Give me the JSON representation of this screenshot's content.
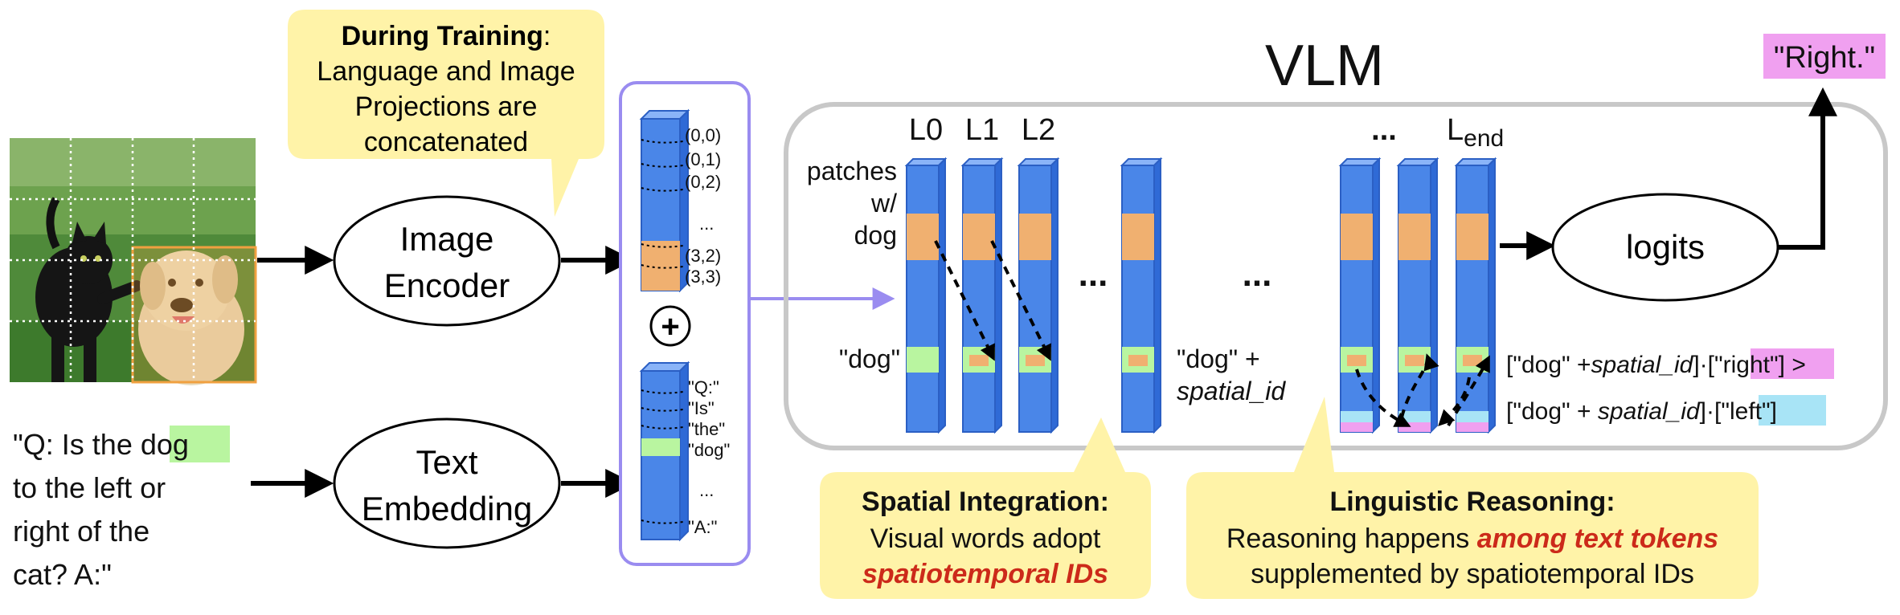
{
  "question": {
    "line1_pre": "\"Q: Is the ",
    "line1_highlight": "dog",
    "line2": "to the left or",
    "line3": "right of the",
    "line4": "cat? A:\""
  },
  "image_encoder": {
    "line1": "Image",
    "line2": "Encoder"
  },
  "text_embedding": {
    "line1": "Text",
    "line2": "Embedding"
  },
  "training_callout": {
    "title": "During Training",
    "title_suffix": ":",
    "line1": "Language and Image",
    "line2": "Projections are",
    "line3": "concatenated"
  },
  "patch_labels": [
    "(0,0)",
    "(0,1)",
    "(0,2)",
    "...",
    "(3,2)",
    "(3,3)"
  ],
  "text_token_labels": [
    "\"Q:\"",
    "\"Is\"",
    "\"the\"",
    "\"dog\"",
    "...",
    "\"A:\""
  ],
  "plus_sign": "+",
  "vlm": {
    "title": "VLM",
    "layers": [
      "L0",
      "L1",
      "L2"
    ],
    "layer_end_base": "L",
    "layer_end_sub": "end",
    "top_ellipsis": "...",
    "mid_ellipsis_1": "...",
    "mid_ellipsis_2": "...",
    "patches_label": [
      "patches",
      "w/",
      "dog"
    ],
    "dog_token_label": "\"dog\"",
    "dog_spatial_line1": "\"dog\" +",
    "dog_spatial_line2": "spatial_id",
    "eq1_pre": "[\"dog\" +",
    "eq1_ital": "spatial_id",
    "eq1_mid": "]·[",
    "eq1_hl": "\"right\"",
    "eq1_post": "] >",
    "eq2_pre": "[\"dog\" + ",
    "eq2_ital": "spatial_id",
    "eq2_mid": "]·[",
    "eq2_hl": "\"left\"",
    "eq2_post": "]"
  },
  "logits": "logits",
  "output": "\"Right.\"",
  "spatial_callout": {
    "title": "Spatial Integration:",
    "line1": "Visual words adopt",
    "line2": "spatiotemporal IDs"
  },
  "linguistic_callout": {
    "title": "Linguistic Reasoning:",
    "line1_pre": "Reasoning happens ",
    "line1_em": "among text tokens",
    "line2": "supplemented by spatiotemporal IDs"
  },
  "colors": {
    "column_blue": "#4a86e8",
    "column_edge": "#2b5fc4",
    "patch_orange": "#f0b070",
    "token_green": "#b9f5a0",
    "right_pink": "#f0a0f0",
    "left_cyan": "#a8e4f6",
    "callout_yellow": "#fff3a8",
    "vlm_border": "#c8c8c8",
    "concat_border": "#9a8cf0",
    "emphasis_red": "#cc2a1a"
  }
}
